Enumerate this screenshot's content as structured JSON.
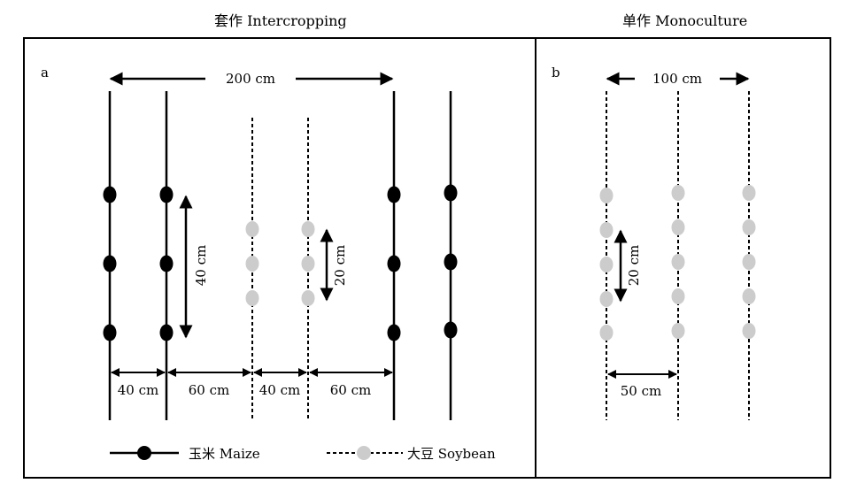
{
  "titles": {
    "intercropping": "套作 Intercropping",
    "monoculture": "单作 Monoculture"
  },
  "panel_a": {
    "label": "a",
    "width_label": "200 cm",
    "maize_spacing_label": "40 cm",
    "soybean_spacing_label": "20 cm",
    "row_gap_labels": [
      "40 cm",
      "60 cm",
      "40 cm",
      "60 cm"
    ]
  },
  "panel_b": {
    "label": "b",
    "width_label": "100 cm",
    "soybean_spacing_label": "20 cm",
    "row_gap_label": "50 cm"
  },
  "legend": {
    "maize": "玉米 Maize",
    "soybean": "大豆 Soybean"
  },
  "colors": {
    "maize": "#000000",
    "soybean": "#cccccc",
    "line": "#000000",
    "arrow": "#000000"
  }
}
